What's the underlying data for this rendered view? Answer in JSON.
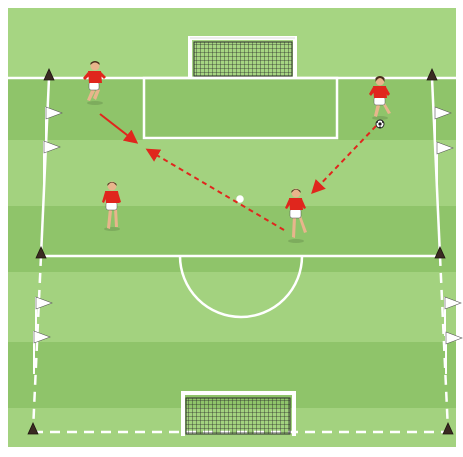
{
  "diagram": {
    "title": "",
    "colors": {
      "grass_light": "#a3d27f",
      "grass_dark": "#8fc46a",
      "line_white": "#ffffff",
      "shirt_red": "#e0261d",
      "shorts_white": "#ffffff",
      "pass_arrow_red": "#e0261d",
      "cone_dark": "#3a2a22",
      "flag_white": "#ffffff",
      "net_dark": "#2a2a2a",
      "skin": "#e8b58c",
      "hair_dark": "#4a2e1c"
    },
    "players": [
      {
        "id": "player-top-left",
        "team": "red",
        "has_ball": false
      },
      {
        "id": "player-top-right",
        "team": "red",
        "has_ball": true
      },
      {
        "id": "player-mid-left",
        "team": "red",
        "has_ball": false
      },
      {
        "id": "player-mid-center",
        "team": "red",
        "has_ball": false
      }
    ],
    "movements": [
      {
        "id": "run-top-left",
        "style": "solid",
        "icon": "run-arrow"
      },
      {
        "id": "pass-right-to-center",
        "style": "dashed",
        "icon": "pass-arrow"
      },
      {
        "id": "pass-center-to-left",
        "style": "dashed",
        "icon": "pass-arrow"
      }
    ],
    "equipment": {
      "goals": 2,
      "cones": 6,
      "flags": 8,
      "ball": "ball-icon"
    }
  }
}
